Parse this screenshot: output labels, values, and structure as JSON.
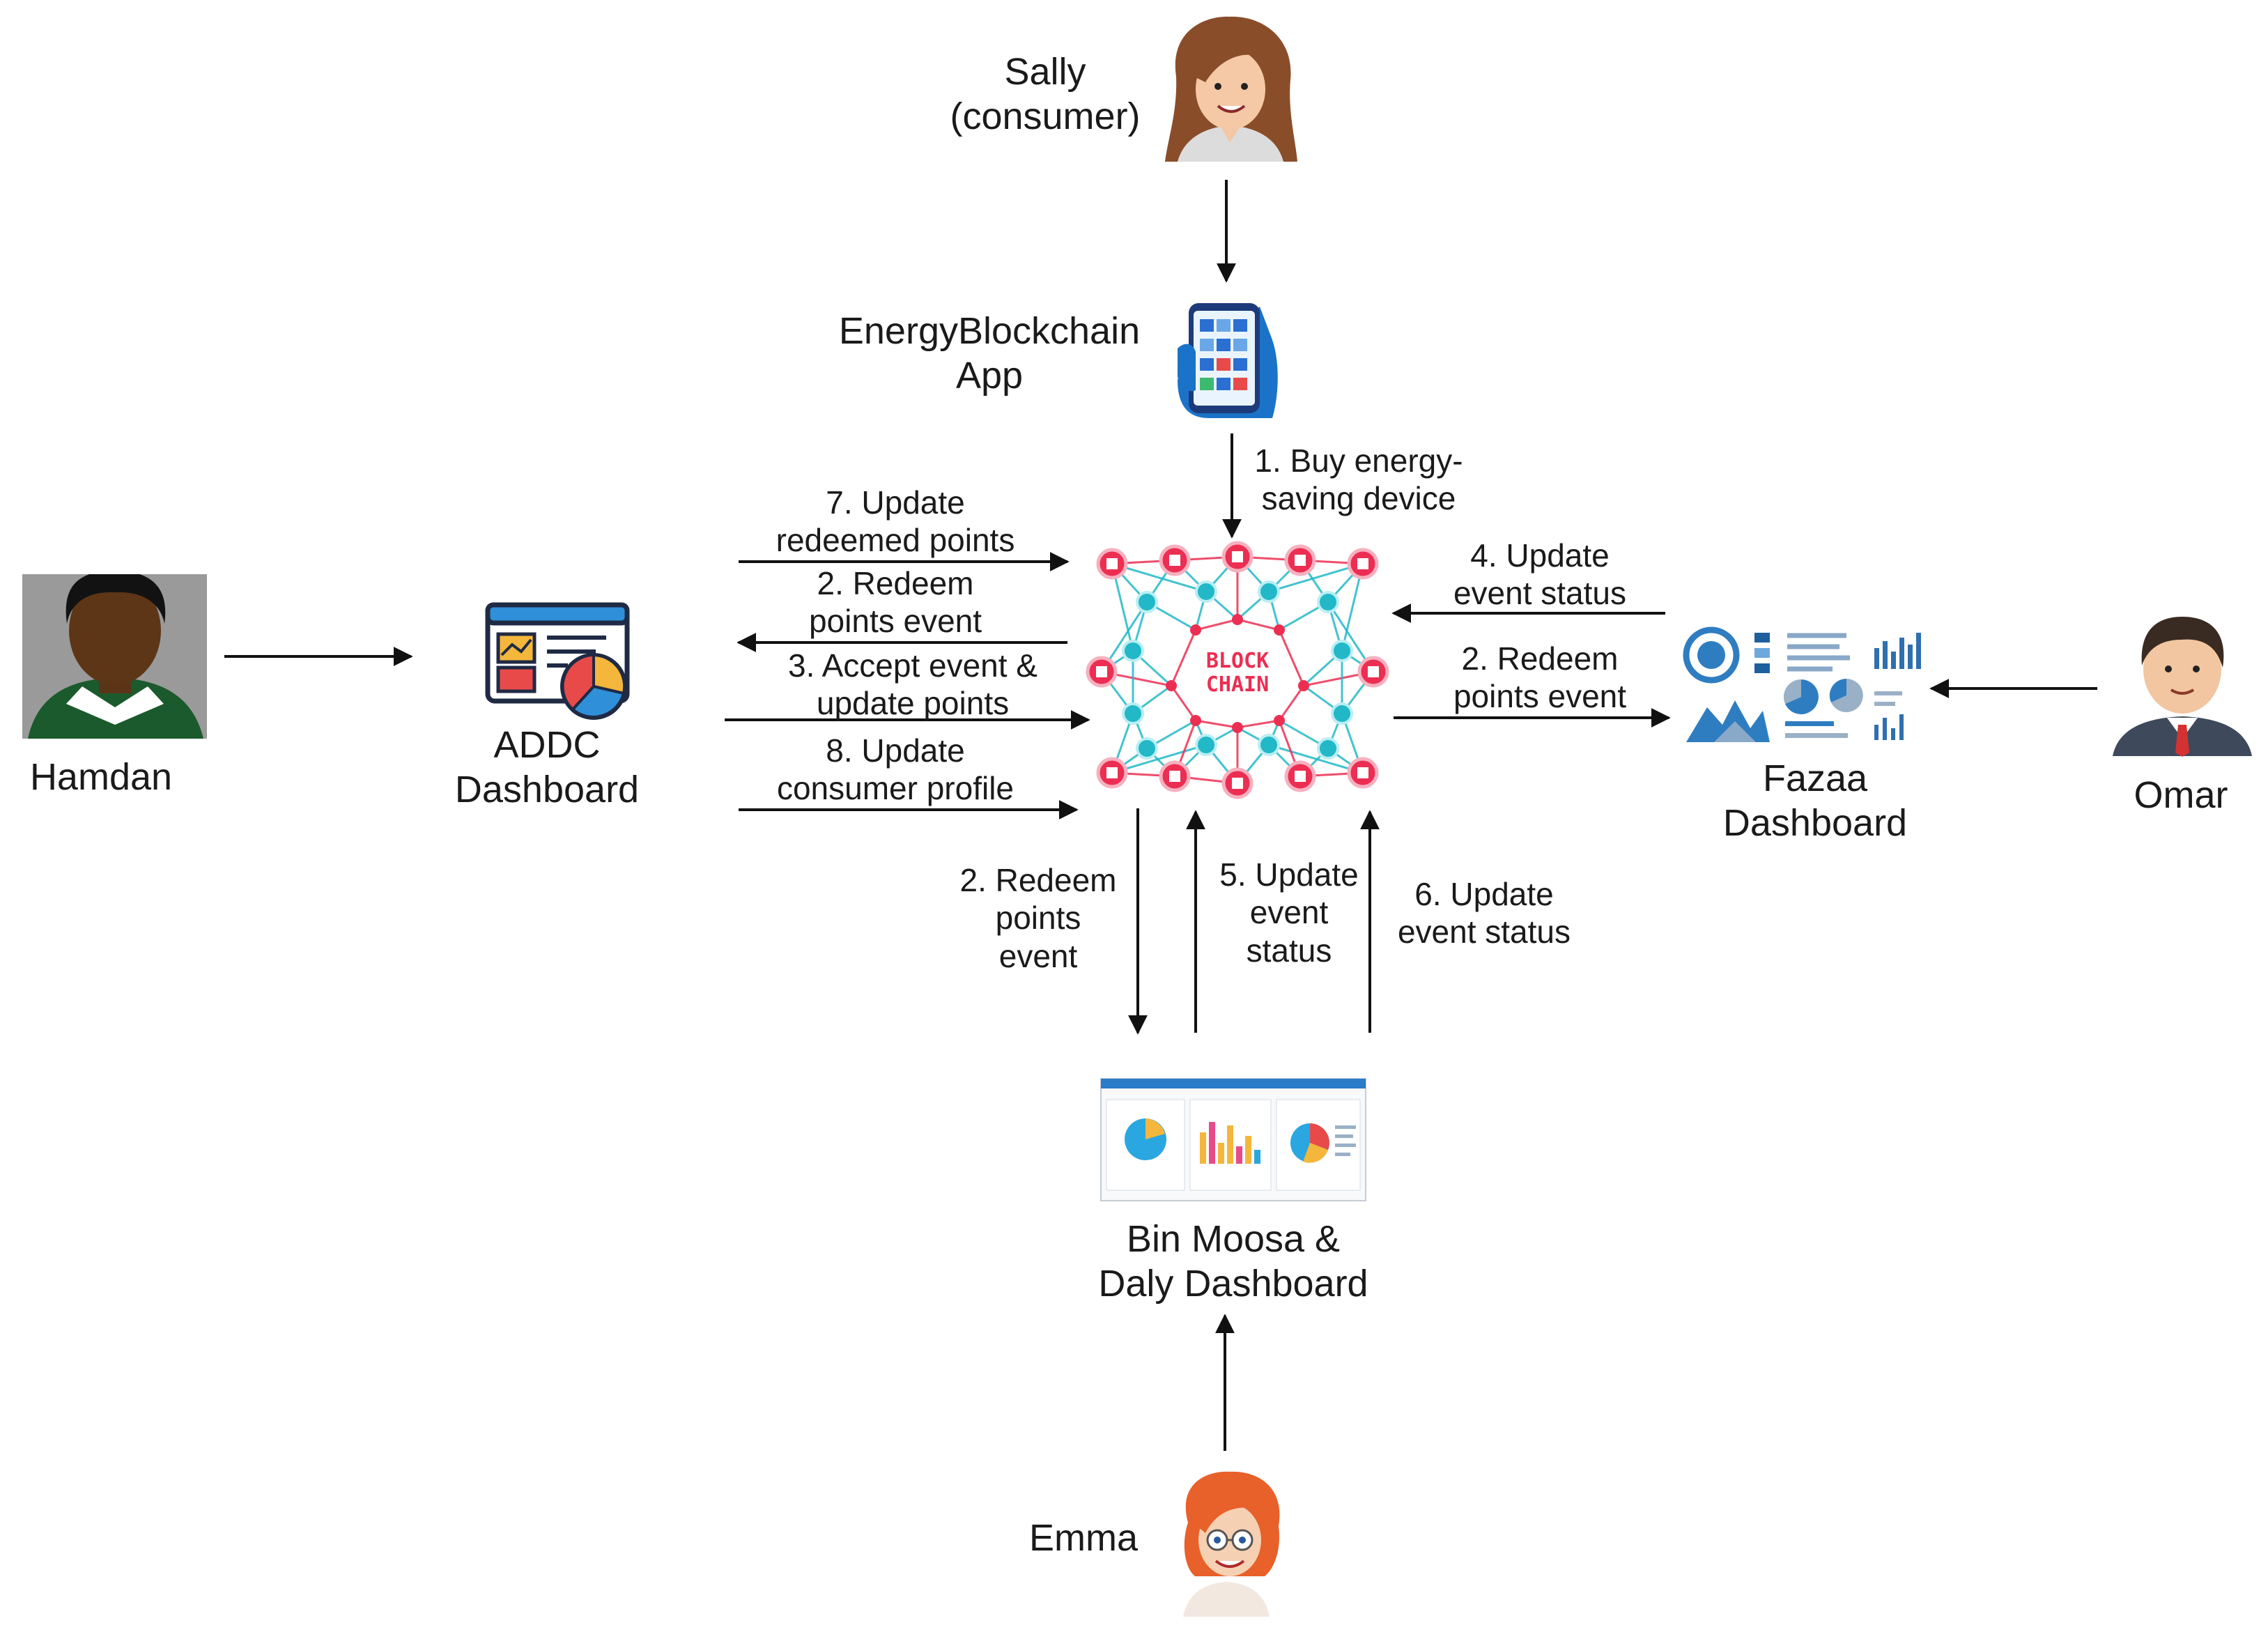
{
  "actors": {
    "sally": {
      "line1": "Sally",
      "line2": "(consumer)"
    },
    "hamdan": {
      "name": "Hamdan"
    },
    "omar": {
      "name": "Omar"
    },
    "emma": {
      "name": "Emma"
    }
  },
  "systems": {
    "app": {
      "line1": "EnergyBlockchain",
      "line2": "App"
    },
    "addc": {
      "line1": "ADDC",
      "line2": "Dashboard"
    },
    "fazaa": {
      "line1": "Fazaa",
      "line2": "Dashboard"
    },
    "binmoosa": {
      "line1": "Bin Moosa &",
      "line2": "Daly Dashboard"
    },
    "blockchain": {
      "line1": "BLOCK",
      "line2": "CHAIN"
    }
  },
  "edges": {
    "buy": {
      "line1": "1. Buy energy-",
      "line2": "saving device"
    },
    "addc_update_redeemed": {
      "line1": "7. Update",
      "line2": "redeemed points"
    },
    "addc_redeem": {
      "line1": "2. Redeem",
      "line2": "points event"
    },
    "addc_accept": {
      "line1": "3. Accept event &",
      "line2": "update points"
    },
    "addc_profile": {
      "line1": "8. Update",
      "line2": "consumer profile"
    },
    "fazaa_update": {
      "line1": "4. Update",
      "line2": "event status"
    },
    "fazaa_redeem": {
      "line1": "2. Redeem",
      "line2": "points event"
    },
    "bm_redeem": {
      "line1": "2. Redeem",
      "line2": "points",
      "line3": "event"
    },
    "bm_update5": {
      "line1": "5. Update",
      "line2": "event",
      "line3": "status"
    },
    "bm_update6": {
      "line1": "6. Update",
      "line2": "event status"
    }
  },
  "colors": {
    "arrow": "#111111",
    "blockchain_node": "#ec2e52",
    "blockchain_link": "#22b8c8"
  }
}
